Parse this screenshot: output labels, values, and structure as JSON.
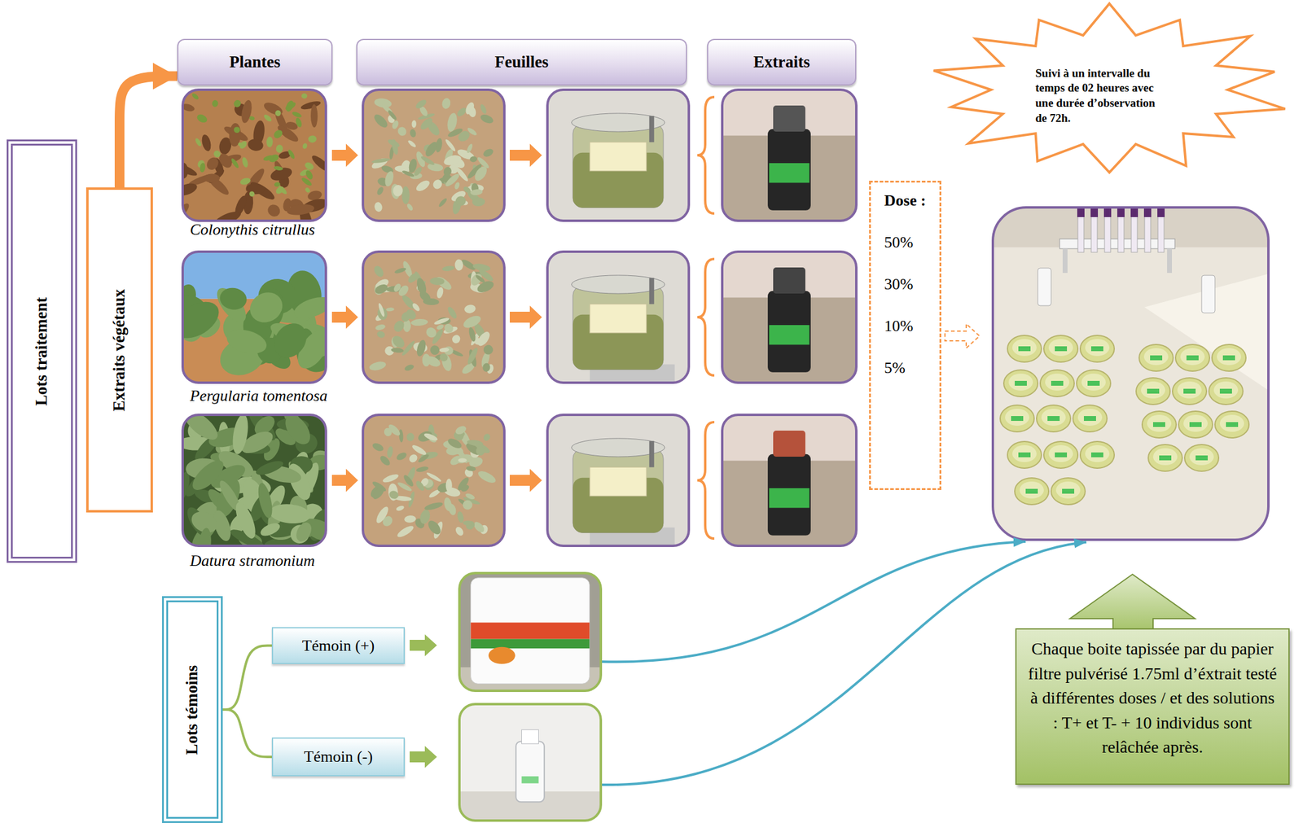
{
  "diagram": {
    "nodes": [
      {
        "text": [
          "Lots traitement"
        ]
      },
      {
        "text": [
          "Extraits végétaux"
        ]
      },
      {
        "text": [
          "Plantes"
        ]
      },
      {
        "text": [
          "Feuilles"
        ]
      },
      {
        "text": [
          "Extraits"
        ]
      },
      {
        "text": [
          "Suivi à un intervalle du temps de 02 heures avec une durée d’observation de 72h."
        ]
      },
      {
        "text": [
          "Dose :",
          "50%",
          "30%",
          "10%",
          "5%"
        ]
      },
      {
        "text": [
          "Lots témoins"
        ]
      },
      {
        "text": [
          "Témoin (+)"
        ]
      },
      {
        "text": [
          "Témoin (-)"
        ]
      },
      {
        "text": [
          "Chaque boite tapissée par du papier filtre pulvérisé 1.75ml d’éxtrait testé à différentes doses / et des solutions : T+ et T- + 10 individus sont relâchée après."
        ]
      }
    ],
    "edges": [
      {
        "from": 1,
        "to": 2,
        "arrow": "to"
      },
      {
        "from": 7,
        "to": 8,
        "arrow": "none"
      },
      {
        "from": 7,
        "to": 9,
        "arrow": "none"
      }
    ],
    "labels": [
      "Colonythis citrullus",
      "Pergularia tomentosa",
      "Datura stramonium"
    ]
  }
}
